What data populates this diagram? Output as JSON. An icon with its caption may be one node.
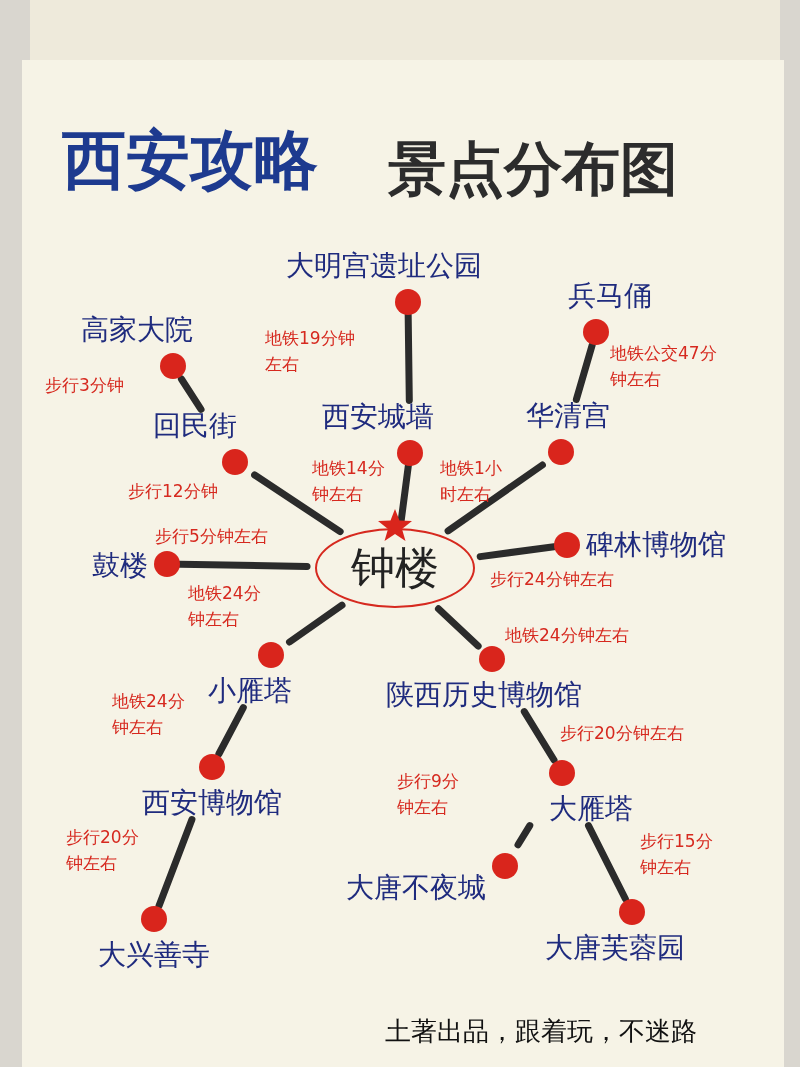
{
  "diagram": {
    "title": "西安攻略 景点分布图",
    "nodes": [
      {
        "text": [
          "钟楼"
        ]
      },
      {
        "text": [
          "大明宫遗址公园"
        ]
      },
      {
        "text": [
          "高家大院"
        ]
      },
      {
        "text": [
          "回民街"
        ]
      },
      {
        "text": [
          "西安城墙"
        ]
      },
      {
        "text": [
          "兵马俑"
        ]
      },
      {
        "text": [
          "华清宫"
        ]
      },
      {
        "text": [
          "碑林博物馆"
        ]
      },
      {
        "text": [
          "鼓楼"
        ]
      },
      {
        "text": [
          "小雁塔"
        ]
      },
      {
        "text": [
          "陕西历史博物馆"
        ]
      },
      {
        "text": [
          "西安博物馆"
        ]
      },
      {
        "text": [
          "大雁塔"
        ]
      },
      {
        "text": [
          "大唐不夜城"
        ]
      },
      {
        "text": [
          "大兴善寺"
        ]
      },
      {
        "text": [
          "大唐芙蓉园"
        ]
      }
    ],
    "edges": [
      {
        "from": 4,
        "to": 1,
        "arrow": "none",
        "label": "地铁19分钟左右"
      },
      {
        "from": 2,
        "to": 3,
        "arrow": "none",
        "label": "步行3分钟"
      },
      {
        "from": 0,
        "to": 3,
        "arrow": "none",
        "label": "步行12分钟"
      },
      {
        "from": 0,
        "to": 4,
        "arrow": "none",
        "label": "地铁14分钟左右"
      },
      {
        "from": 5,
        "to": 6,
        "arrow": "none",
        "label": "地铁公交47分钟左右"
      },
      {
        "from": 0,
        "to": 6,
        "arrow": "none",
        "label": "地铁1小时左右"
      },
      {
        "from": 0,
        "to": 7,
        "arrow": "none",
        "label": "步行24分钟左右"
      },
      {
        "from": 0,
        "to": 8,
        "arrow": "none",
        "label": "步行5分钟左右"
      },
      {
        "from": 0,
        "to": 9,
        "arrow": "none",
        "label": "地铁24分钟左右"
      },
      {
        "from": 0,
        "to": 10,
        "arrow": "none",
        "label": "地铁24分钟左右"
      },
      {
        "from": 9,
        "to": 11,
        "arrow": "none",
        "label": "地铁24分钟左右"
      },
      {
        "from": 10,
        "to": 12,
        "arrow": "none",
        "label": "步行20分钟左右"
      },
      {
        "from": 12,
        "to": 13,
        "arrow": "none",
        "label": "步行9分钟左右"
      },
      {
        "from": 11,
        "to": 14,
        "arrow": "none",
        "label": "步行20分钟左右"
      },
      {
        "from": 12,
        "to": 15,
        "arrow": "none",
        "label": "步行15分钟左右"
      }
    ],
    "labels": [
      "土著出品，跟着玩，不迷路"
    ]
  }
}
